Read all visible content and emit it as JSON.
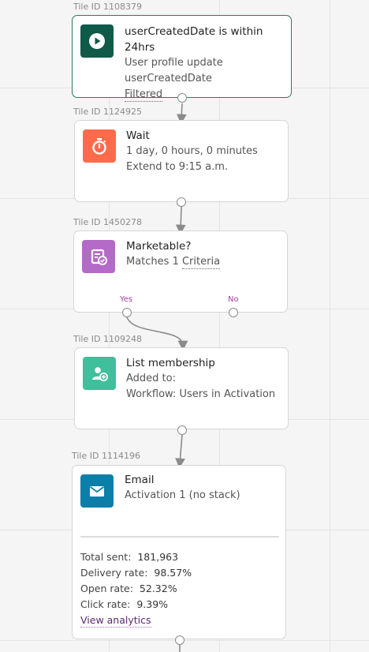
{
  "tiles": [
    {
      "id_label": "Tile ID 1108379",
      "title": "userCreatedDate is within 24hrs",
      "lines": [
        "User profile update",
        "userCreatedDate",
        "Filtered"
      ],
      "icon": "play-icon",
      "color": "#0f5a48"
    },
    {
      "id_label": "Tile ID 1124925",
      "title": "Wait",
      "lines": [
        "1 day, 0 hours, 0 minutes",
        "Extend to 9:15 a.m."
      ],
      "icon": "stopwatch-icon",
      "color": "#ff6b4a"
    },
    {
      "id_label": "Tile ID 1450278",
      "title": "Marketable?",
      "lines_prefix": "Matches 1 ",
      "lines_link": "Criteria",
      "yes_label": "Yes",
      "no_label": "No",
      "icon": "checklist-icon",
      "color": "#b46ac7"
    },
    {
      "id_label": "Tile ID 1109248",
      "title": "List membership",
      "lines": [
        "Added to:",
        "Workflow: Users in Activation"
      ],
      "icon": "add-user-icon",
      "color": "#3fbf9c"
    },
    {
      "id_label": "Tile ID 1114196",
      "title": "Email",
      "lines": [
        "Activation 1 (no stack)"
      ],
      "icon": "envelope-icon",
      "color": "#0b7fa7",
      "stats": [
        {
          "label": "Total sent:",
          "value": "181,963"
        },
        {
          "label": "Delivery rate:",
          "value": "98.57%"
        },
        {
          "label": "Open rate:",
          "value": "52.32%"
        },
        {
          "label": "Click rate:",
          "value": "9.39%"
        }
      ],
      "view_analytics": "View analytics"
    }
  ]
}
